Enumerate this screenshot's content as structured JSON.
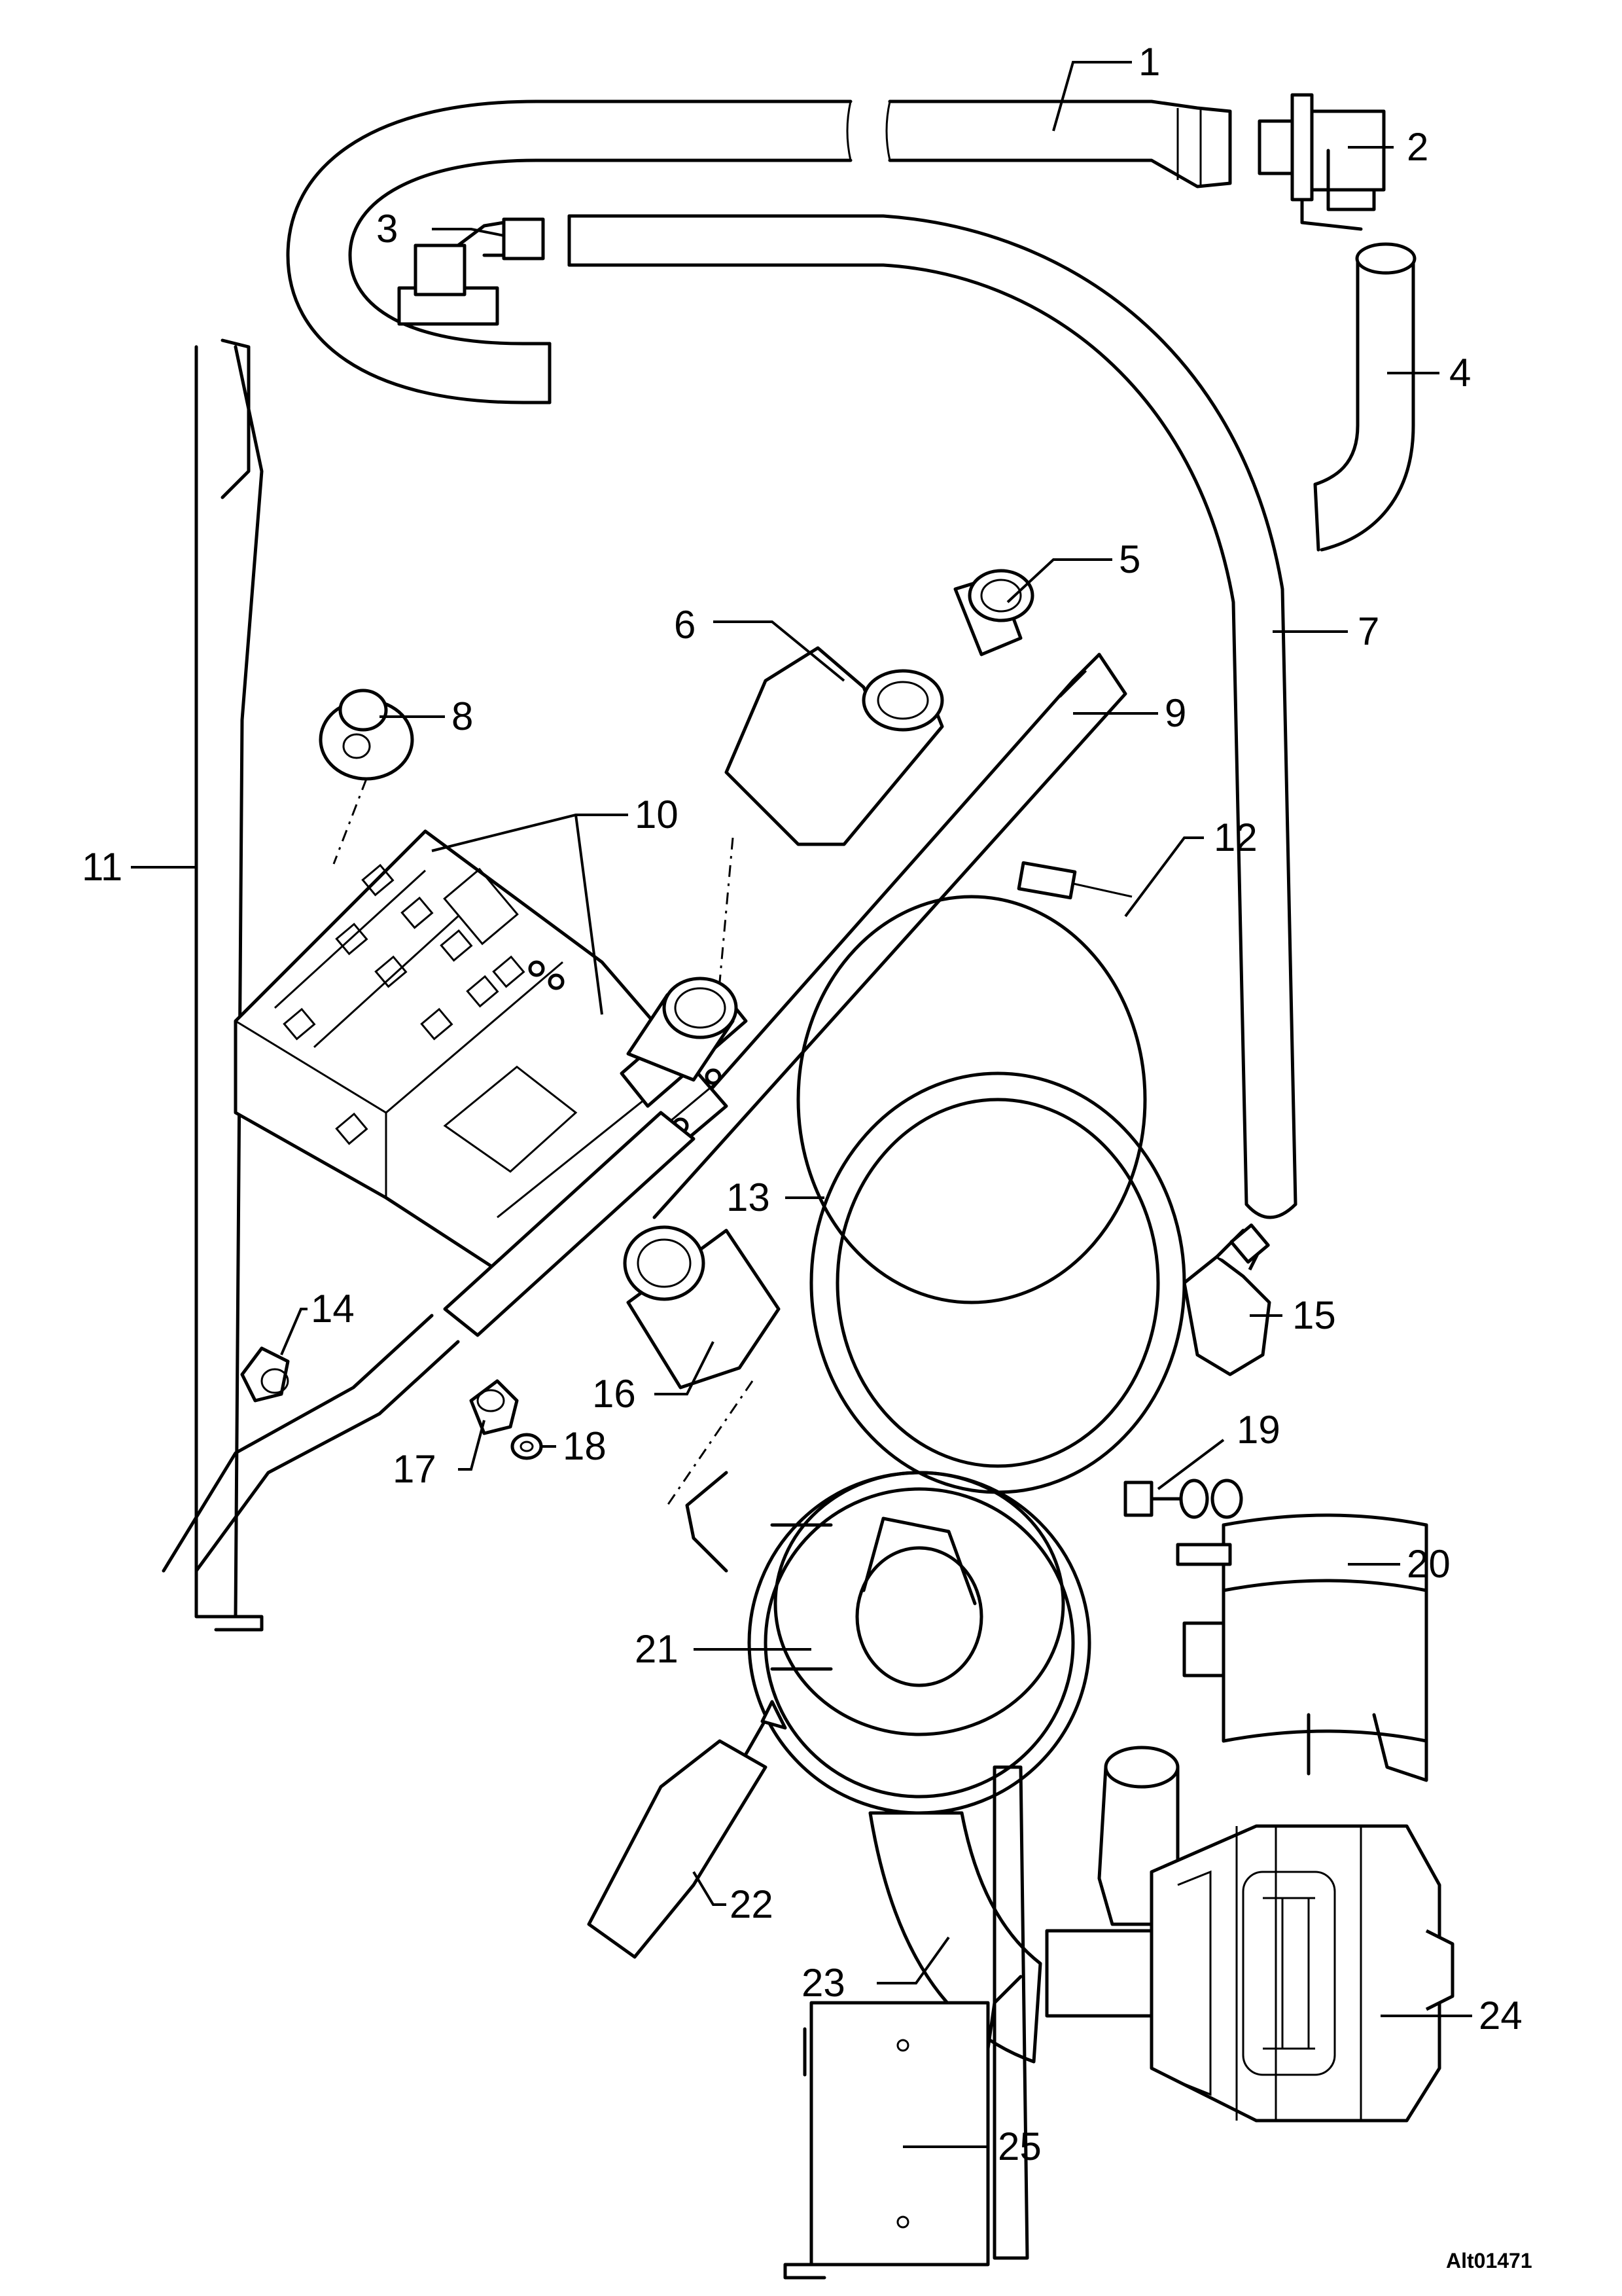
{
  "diagram": {
    "reference_code": "Alt01471",
    "callouts": [
      "1",
      "2",
      "3",
      "4",
      "5",
      "6",
      "7",
      "8",
      "9",
      "10",
      "11",
      "12",
      "13",
      "14",
      "15",
      "16",
      "17",
      "18",
      "19",
      "20",
      "21",
      "22",
      "23",
      "24",
      "25"
    ]
  }
}
